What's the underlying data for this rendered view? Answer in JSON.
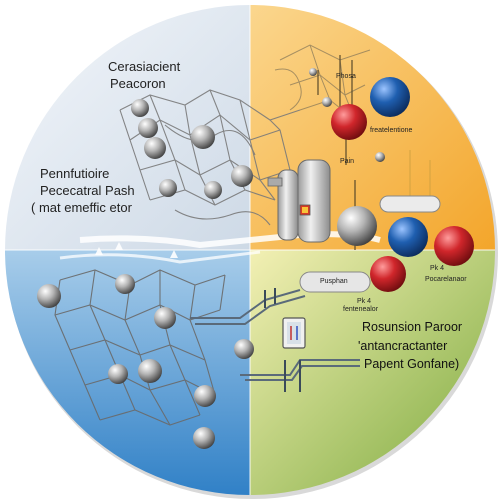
{
  "labels": {
    "top_left_line1": "Cerasiacient",
    "top_left_line2": "Peacoron",
    "left_line1": "Pennfutioire",
    "left_line2": "Pececatral Pash",
    "left_line3": "( mat emeffic etor",
    "box_label_top": "Phosa",
    "node_label_1": "freatelentione",
    "node_label_2": "Pain",
    "node_label_3": "Pk 4",
    "node_label_4": "Pocarelanaor",
    "node_label_5": "Pk 4",
    "node_label_6": "fentenealor",
    "pill_label": "Pusphan",
    "right_line1": "Rosunsion Paroor",
    "right_line2": "'antancractanter",
    "right_line3": "Papent Gonfane)"
  },
  "colors": {
    "quadrant_top_left": "#e8eef4",
    "quadrant_top_right": "#f6b23e",
    "quadrant_bottom_left": "#3f8fd0",
    "quadrant_bottom_right": "#a6c04a",
    "red_sphere": "#c8252a",
    "blue_sphere": "#1f5fb0",
    "gray_sphere": "#8c8c8c"
  }
}
